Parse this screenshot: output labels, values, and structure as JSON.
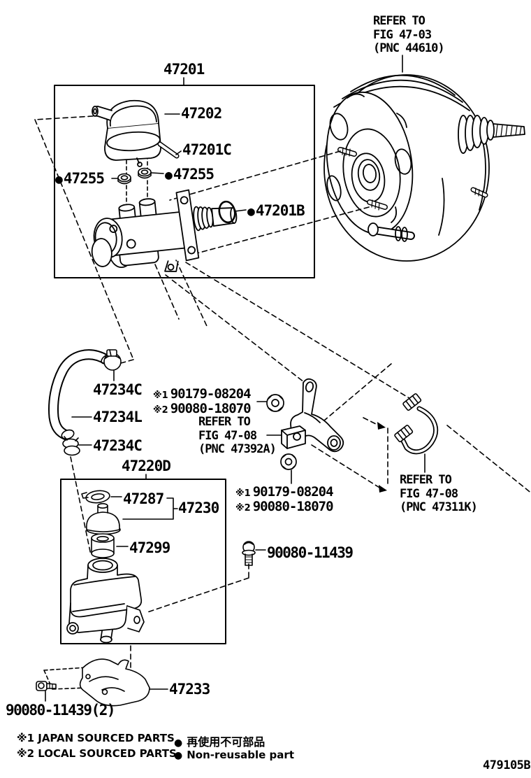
{
  "figure": {
    "code": "479105B"
  },
  "icons": {
    "non_reusable_bullet": "●"
  },
  "references": {
    "top": {
      "line1": "REFER TO",
      "line2": "FIG 47-03",
      "line3": "(PNC 44610)"
    },
    "mid": {
      "line1": "REFER TO",
      "line2": "FIG 47-08",
      "line3": "(PNC 47392A)"
    },
    "right": {
      "line1": "REFER TO",
      "line2": "FIG 47-08",
      "line3": "(PNC 47311K)"
    }
  },
  "parts": {
    "p47201": "47201",
    "p47202": "47202",
    "p47201C": "47201C",
    "p47255": "47255",
    "p47201B": "47201B",
    "p47234C": "47234C",
    "p47234L": "47234L",
    "p47220D": "47220D",
    "p47287": "47287",
    "p47230": "47230",
    "p47299": "47299",
    "p47233": "47233",
    "bolt_11439": "90080-11439",
    "bolt_11439_qty2": "90080-11439(2)"
  },
  "fasteners": {
    "ref1_mark": "※1",
    "ref2_mark": "※2",
    "ref1_part": "90179-08204",
    "ref2_part": "90080-18070"
  },
  "legend": {
    "ref1": "※1 JAPAN SOURCED PARTS",
    "ref2": "※2 LOCAL SOURCED PARTS",
    "non_reusable_jp": "再使用不可部品",
    "non_reusable_en": "Non-reusable part"
  }
}
